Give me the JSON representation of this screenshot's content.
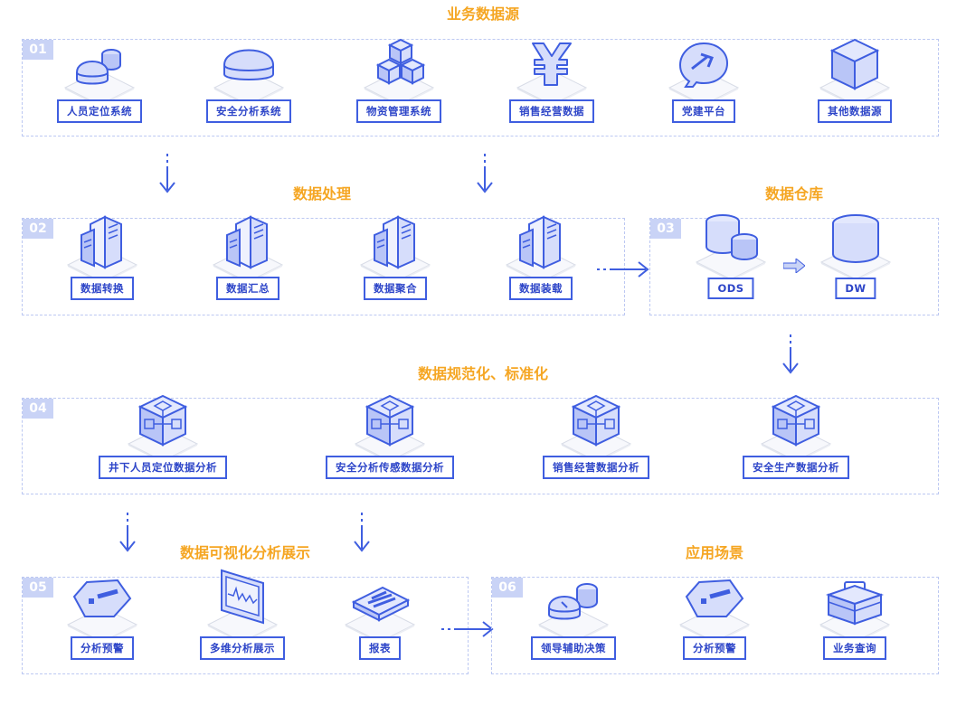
{
  "sections": {
    "s1": {
      "num": "01",
      "title": "业务数据源",
      "items": [
        "人员定位系统",
        "安全分析系统",
        "物资管理系统",
        "销售经营数据",
        "党建平台",
        "其他数据源"
      ]
    },
    "s2": {
      "num": "02",
      "title": "数据处理",
      "items": [
        "数据转换",
        "数据汇总",
        "数据聚合",
        "数据装载"
      ]
    },
    "s3": {
      "num": "03",
      "title": "数据仓库",
      "items": [
        "ODS",
        "DW"
      ]
    },
    "s4": {
      "num": "04",
      "title": "数据规范化、标准化",
      "items": [
        "井下人员定位数据分析",
        "安全分析传感数据分析",
        "销售经营数据分析",
        "安全生产数据分析"
      ]
    },
    "s5": {
      "num": "05",
      "title": "数据可视化分析展示",
      "items": [
        "分析预警",
        "多维分析展示",
        "报表"
      ]
    },
    "s6": {
      "num": "06",
      "title": "应用场景",
      "items": [
        "领导辅助决策",
        "分析预警",
        "业务查询"
      ]
    }
  },
  "colors": {
    "accent": "#f5a623",
    "line": "#3f5ee0",
    "icon_fill": "#d6ddfb",
    "dash": "#bcc8f2"
  }
}
